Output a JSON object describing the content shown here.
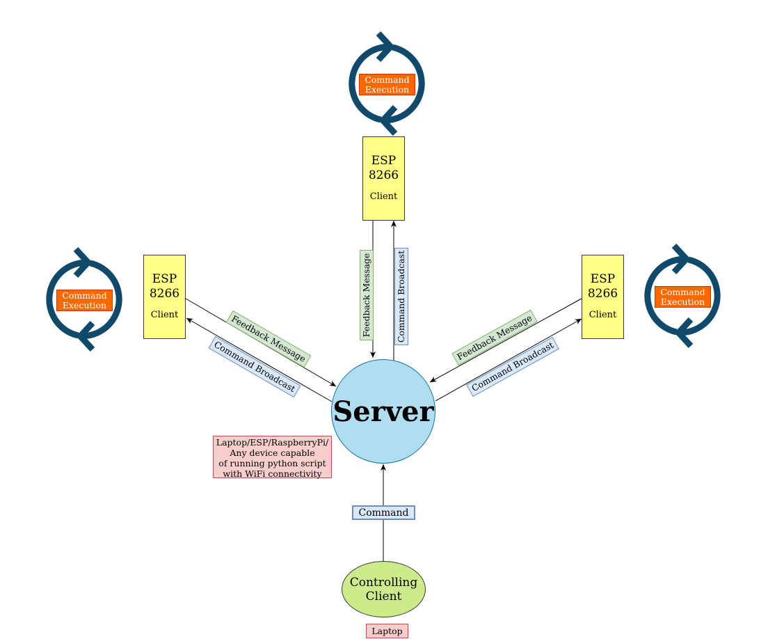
{
  "esp_nodes": [
    {
      "line1": "ESP",
      "line2": "8266",
      "line3": "Client"
    },
    {
      "line1": "ESP",
      "line2": "8266",
      "line3": "Client"
    },
    {
      "line1": "ESP",
      "line2": "8266",
      "line3": "Client"
    }
  ],
  "command_execution_label": "Command Execution",
  "feedback_label": "Feedback Message",
  "broadcast_label": "Command Broadcast",
  "server_label": "Server",
  "server_note": "Laptop/ESP/RaspberryPi/\nAny device capable\nof running python script\nwith WiFi connectivity",
  "command_label": "Command",
  "controller_label": "Controlling\nClient",
  "controller_note": "Laptop",
  "colors": {
    "esp_fill": "#ffff88",
    "exec_fill": "#fa6800",
    "cycle_icon": "#10496a",
    "feedback_fill": "#d5e8d4",
    "broadcast_fill": "#dae8fc",
    "server_fill": "#b1ddf0",
    "controller_fill": "#cdeb8b",
    "note_fill": "#f8cecc"
  },
  "icons": [
    "cycle-arrows-icon"
  ]
}
